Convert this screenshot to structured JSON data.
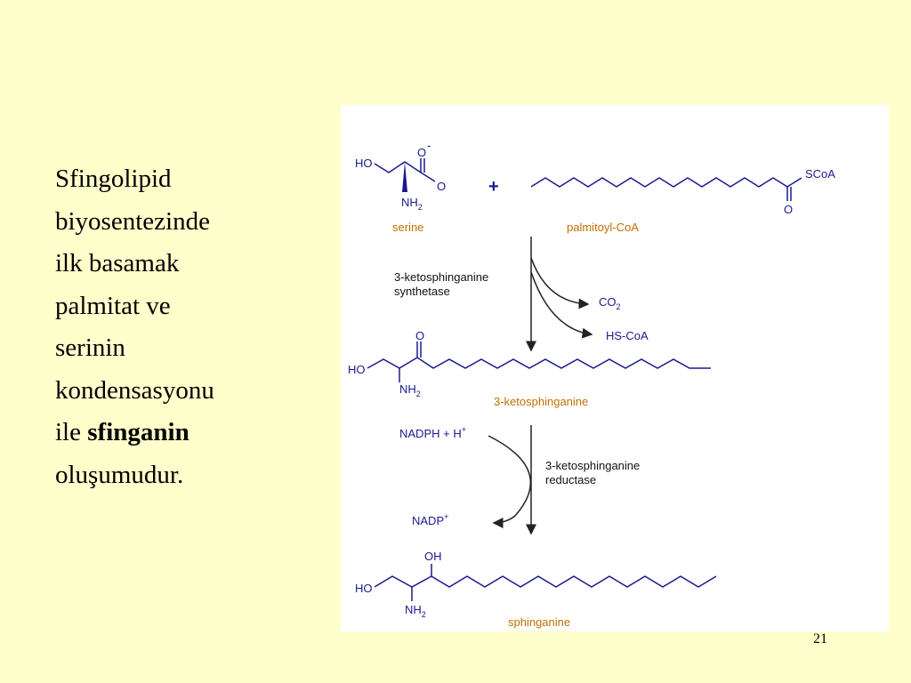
{
  "text": {
    "line1": "Sfingolipid",
    "line2": "biyosentezinde",
    "line3": "ilk basamak",
    "line4": "palmitat ve",
    "line5": "serinin",
    "line6": "kondensasyonu",
    "line7_prefix": "ile ",
    "line7_bold": "sfinganin",
    "line8": "oluşumudur."
  },
  "figure": {
    "serine": {
      "ho": "HO",
      "o_minus": "O",
      "minus": "-",
      "o": "O",
      "nh": "NH",
      "nh_sub": "2",
      "label": "serine"
    },
    "plus": "+",
    "palmitoyl": {
      "scoa": "SCoA",
      "o": "O",
      "label": "palmitoyl-CoA"
    },
    "step1": {
      "enzyme_line1": "3-ketosphinganine",
      "enzyme_line2": "synthetase",
      "co": "CO",
      "co_sub": "2",
      "hscoa": "HS-CoA"
    },
    "ketosphinganine": {
      "ho": "HO",
      "o": "O",
      "nh": "NH",
      "nh_sub": "2",
      "label": "3-ketosphinganine"
    },
    "step2": {
      "nadph": "NADPH + H",
      "nadph_sup": "+",
      "nadp": "NADP",
      "nadp_sup": "+",
      "enzyme_line1": "3-ketosphinganine",
      "enzyme_line2": "reductase"
    },
    "sphinganine": {
      "ho": "HO",
      "oh": "OH",
      "nh": "NH",
      "nh_sub": "2",
      "label": "sphinganine"
    }
  },
  "page_number": "21",
  "colors": {
    "background": "#ffffcc",
    "structure": "#1a1a8c",
    "compound_label": "#c07000"
  }
}
